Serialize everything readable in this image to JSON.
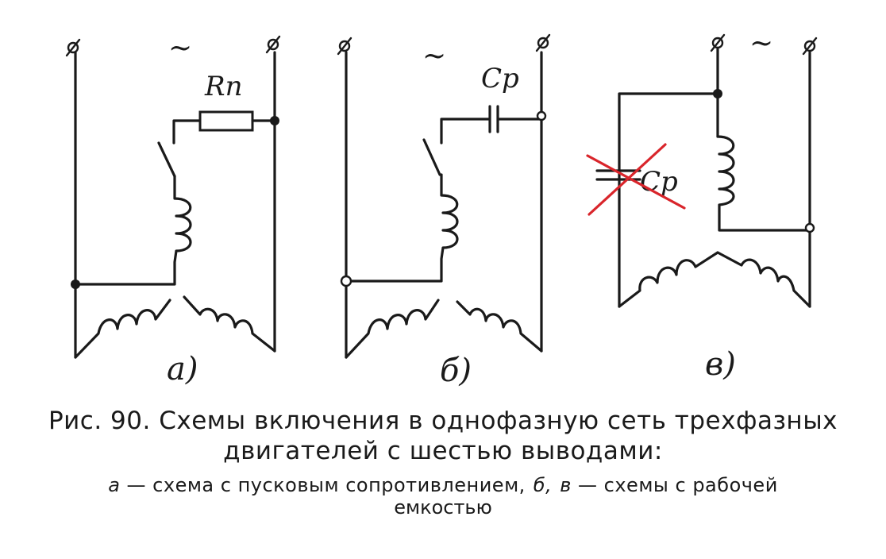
{
  "diagram": {
    "ac_symbol": "~",
    "panels": [
      {
        "id": "a",
        "label": "а)",
        "component": "Rп"
      },
      {
        "id": "b",
        "label": "б)",
        "component": "Cр"
      },
      {
        "id": "v",
        "label": "в)",
        "component": "Cр"
      }
    ]
  },
  "caption": {
    "line1": "Рис. 90. Схемы включения в однофазную сеть трехфазных",
    "line2": "двигателей с шестью выводами:",
    "legend_a_key": "а",
    "legend_a_text": " — схема с пусковым сопротивлением,",
    "legend_b_key": "б,",
    "legend_v_key": "в",
    "legend_bv_text": " — схемы с рабочей",
    "legend_line2": "емкостью"
  },
  "colors": {
    "ink": "#1a1a1a",
    "cross_out": "#d9252b"
  }
}
